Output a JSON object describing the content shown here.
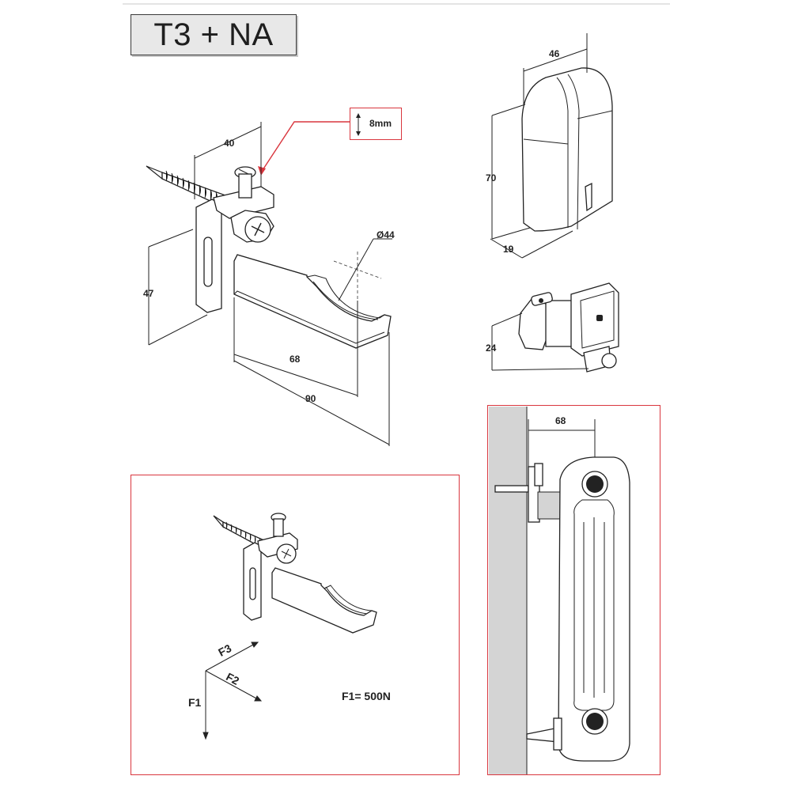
{
  "title": "T3 + NA",
  "callout": {
    "label": "8mm",
    "color": "#d9363e"
  },
  "bracket_dims": {
    "width_top": "40",
    "height": "47",
    "depth_inner": "68",
    "depth_total": "90",
    "pipe_diameter": "Ø44"
  },
  "clip_dims": {
    "width": "46",
    "height": "70",
    "depth": "19",
    "clip_height": "24"
  },
  "radiator_panel": {
    "distance": "68"
  },
  "force_panel": {
    "f1": "F1",
    "f2": "F2",
    "f3": "F3",
    "load_text": "F1= 500N"
  },
  "icons": [
    "wall-bracket-icon",
    "screw-icon",
    "cap-icon",
    "clip-icon",
    "radiator-icon",
    "force-arrow-icon"
  ]
}
